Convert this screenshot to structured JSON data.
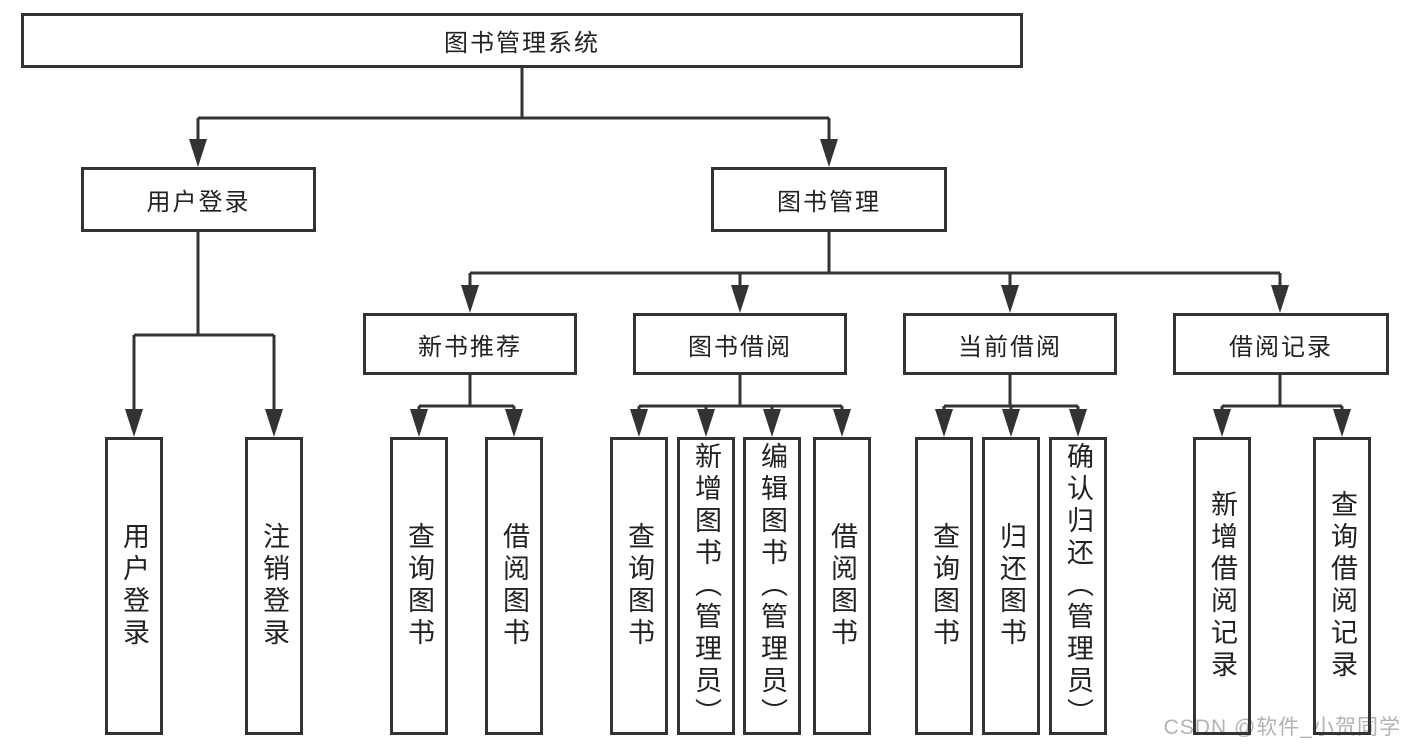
{
  "root": {
    "label": "图书管理系统"
  },
  "branches": [
    {
      "label": "用户登录",
      "leaves": [
        "用户登录",
        "注销登录"
      ]
    },
    {
      "label": "图书管理",
      "groups": [
        {
          "label": "新书推荐",
          "leaves": [
            "查询图书",
            "借阅图书"
          ]
        },
        {
          "label": "图书借阅",
          "leaves": [
            "查询图书",
            "新增图书（管理员）",
            "编辑图书（管理员）",
            "借阅图书"
          ]
        },
        {
          "label": "当前借阅",
          "leaves": [
            "查询图书",
            "归还图书",
            "确认归还（管理员）"
          ]
        },
        {
          "label": "借阅记录",
          "leaves": [
            "新增借阅记录",
            "查询借阅记录"
          ]
        }
      ]
    }
  ],
  "watermark": {
    "text": "CSDN @软件_小贺同学",
    "color": "#b3b3b3"
  },
  "colors": {
    "line": "#333333",
    "text": "#222222",
    "background": "#ffffff"
  }
}
